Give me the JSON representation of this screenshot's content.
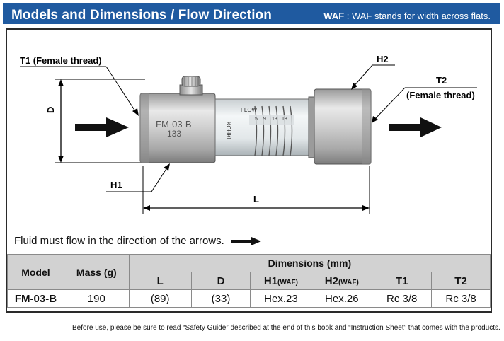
{
  "header": {
    "title": "Models and Dimensions / Flow Direction",
    "waf_abbr": "WAF",
    "waf_desc": " : WAF stands for width across flats."
  },
  "drawing": {
    "t1_label": "T1 (Female thread)",
    "t2_label_line1": "T2",
    "t2_label_line2": "(Female thread)",
    "h1_label": "H1",
    "h2_label": "H2",
    "d_label": "D",
    "l_label": "L",
    "body_marking_line1": "FM-03-B",
    "body_marking_line2": "133",
    "tube_text_flow": "FLOW",
    "tube_text_brand": "KOHKI"
  },
  "flow_note": "Fluid must flow in the direction of the arrows.",
  "table": {
    "h_model": "Model",
    "h_mass": "Mass (g)",
    "h_dimensions": "Dimensions (mm)",
    "c_L": "L",
    "c_D": "D",
    "c_H1": "H1",
    "c_H1_waf": "(WAF)",
    "c_H2": "H2",
    "c_H2_waf": "(WAF)",
    "c_T1": "T1",
    "c_T2": "T2",
    "rows": [
      {
        "model": "FM-03-B",
        "mass": "190",
        "L": "(89)",
        "D": "(33)",
        "H1": "Hex.23",
        "H2": "Hex.26",
        "T1": "Rc 3/8",
        "T2": "Rc 3/8"
      }
    ]
  },
  "footnote": "Before use, please be sure to read “Safety Guide” described at the end of this book and “Instruction Sheet” that comes with the products."
}
